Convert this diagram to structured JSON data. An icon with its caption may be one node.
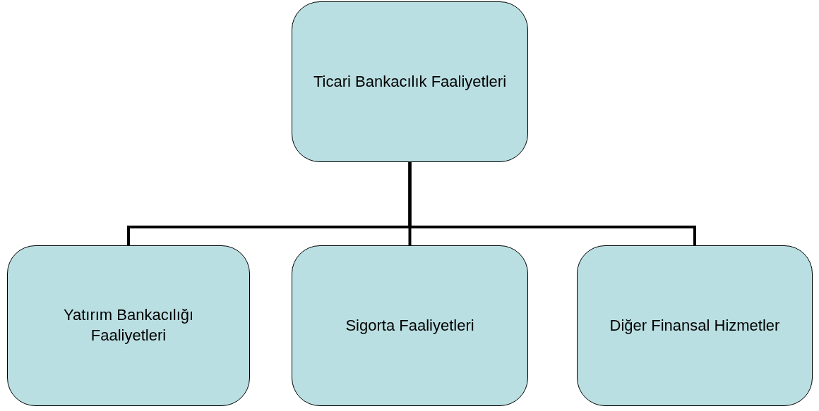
{
  "diagram": {
    "nodes": [
      {
        "text": [
          "Ticari Bankacılık Faaliyetleri"
        ]
      },
      {
        "text": [
          "Yatırım Bankacılığı Faaliyetleri"
        ]
      },
      {
        "text": [
          "Sigorta Faaliyetleri"
        ]
      },
      {
        "text": [
          "Diğer Finansal Hizmetler"
        ]
      }
    ],
    "edges": [
      {
        "from": 0,
        "to": 1,
        "arrow": "none"
      },
      {
        "from": 0,
        "to": 2,
        "arrow": "none"
      },
      {
        "from": 0,
        "to": 3,
        "arrow": "none"
      }
    ]
  }
}
